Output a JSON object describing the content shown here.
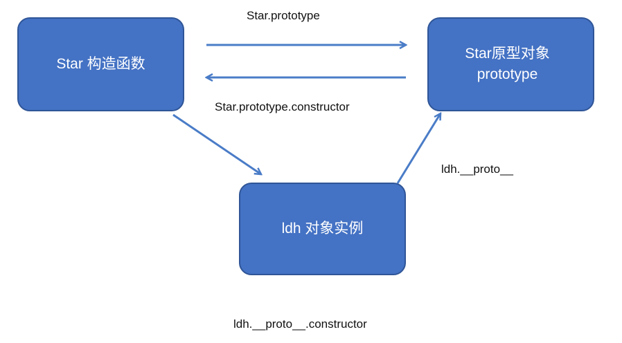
{
  "nodes": {
    "constructor": {
      "label": "Star 构造函数"
    },
    "prototype": {
      "line1": "Star原型对象",
      "line2": "prototype"
    },
    "instance": {
      "label": "ldh 对象实例"
    }
  },
  "edges": {
    "to_prototype": "Star.prototype",
    "to_constructor": "Star.prototype.constructor",
    "instance_proto": "ldh.__proto__",
    "instance_constructor": "ldh.__proto__.constructor"
  },
  "colors": {
    "box_fill": "#4472c4",
    "box_border": "#2f5597",
    "arrow": "#4a7cc7"
  }
}
